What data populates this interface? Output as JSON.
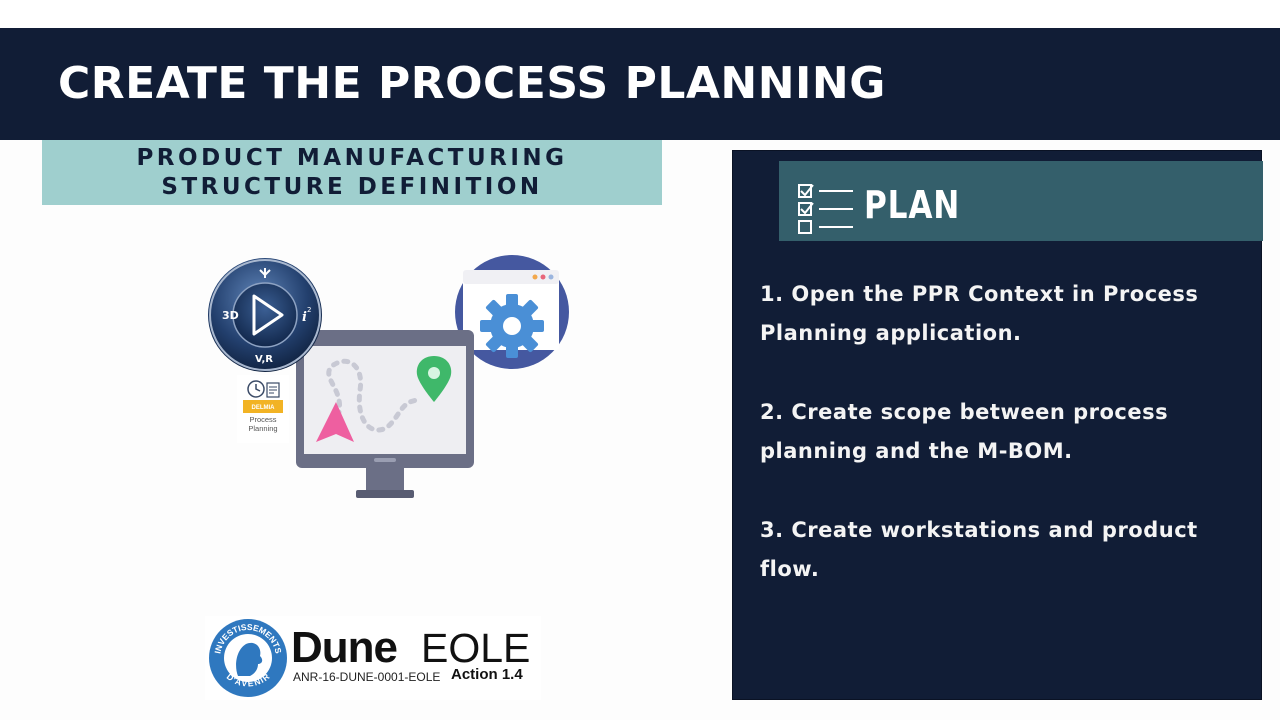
{
  "slide": {
    "title": "CREATE THE PROCESS PLANNING",
    "subtitle_lines": [
      "PRODUCT MANUFACTURING",
      "STRUCTURE DEFINITION"
    ]
  },
  "illustration": {
    "compass_labels": {
      "left": "3D",
      "center_bottom": "V,R",
      "right": "i",
      "right_sup": "2"
    },
    "app_tile": {
      "brand": "DELMIA",
      "label_lines": [
        "Process",
        "Planning"
      ]
    }
  },
  "plan": {
    "title": "PLAN",
    "steps": [
      "1. Open the PPR Context in Process Planning application.",
      "2. Create scope between process planning and the M-BOM.",
      "3. Create workstations and product flow."
    ]
  },
  "logo": {
    "seal_top": "INVESTISSEMENTS",
    "seal_bottom": "D'AVENIR",
    "name": "Dune",
    "name2": "EOLE",
    "code": "ANR-16-DUNE-0001-EOLE",
    "action": "Action 1.4"
  },
  "colors": {
    "navy": "#111d36",
    "teal_box": "#9fcfce",
    "plan_header": "#345f6b",
    "pin_green": "#3fb86a",
    "pointer_pink": "#ee5fa0",
    "gear_blue": "#4a8fd6",
    "seal_blue": "#2f78bf"
  }
}
